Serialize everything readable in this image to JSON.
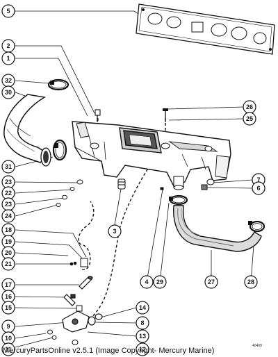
{
  "caption": "MercuryPartsOnline v2.5.1 (Image Copyright- Mercury Marine)",
  "drawing_code": "40409",
  "callouts": [
    {
      "id": "c5",
      "label": "5"
    },
    {
      "id": "c2",
      "label": "2"
    },
    {
      "id": "c1",
      "label": "1"
    },
    {
      "id": "c32",
      "label": "32"
    },
    {
      "id": "c30",
      "label": "30"
    },
    {
      "id": "c26",
      "label": "26"
    },
    {
      "id": "c25",
      "label": "25"
    },
    {
      "id": "c31",
      "label": "31"
    },
    {
      "id": "c23a",
      "label": "23"
    },
    {
      "id": "c22",
      "label": "22"
    },
    {
      "id": "c23b",
      "label": "23"
    },
    {
      "id": "c24",
      "label": "24"
    },
    {
      "id": "c7",
      "label": "7"
    },
    {
      "id": "c6",
      "label": "6"
    },
    {
      "id": "c3",
      "label": "3"
    },
    {
      "id": "c18",
      "label": "18"
    },
    {
      "id": "c19",
      "label": "19"
    },
    {
      "id": "c20",
      "label": "20"
    },
    {
      "id": "c21",
      "label": "21"
    },
    {
      "id": "c17",
      "label": "17"
    },
    {
      "id": "c16",
      "label": "16"
    },
    {
      "id": "c15",
      "label": "15"
    },
    {
      "id": "c4",
      "label": "4"
    },
    {
      "id": "c29",
      "label": "29"
    },
    {
      "id": "c27",
      "label": "27"
    },
    {
      "id": "c28",
      "label": "28"
    },
    {
      "id": "c14",
      "label": "14"
    },
    {
      "id": "c8",
      "label": "8"
    },
    {
      "id": "c9",
      "label": "9"
    },
    {
      "id": "c10",
      "label": "10"
    },
    {
      "id": "c13",
      "label": "13"
    },
    {
      "id": "c11",
      "label": "11"
    },
    {
      "id": "c12",
      "label": "12"
    }
  ]
}
